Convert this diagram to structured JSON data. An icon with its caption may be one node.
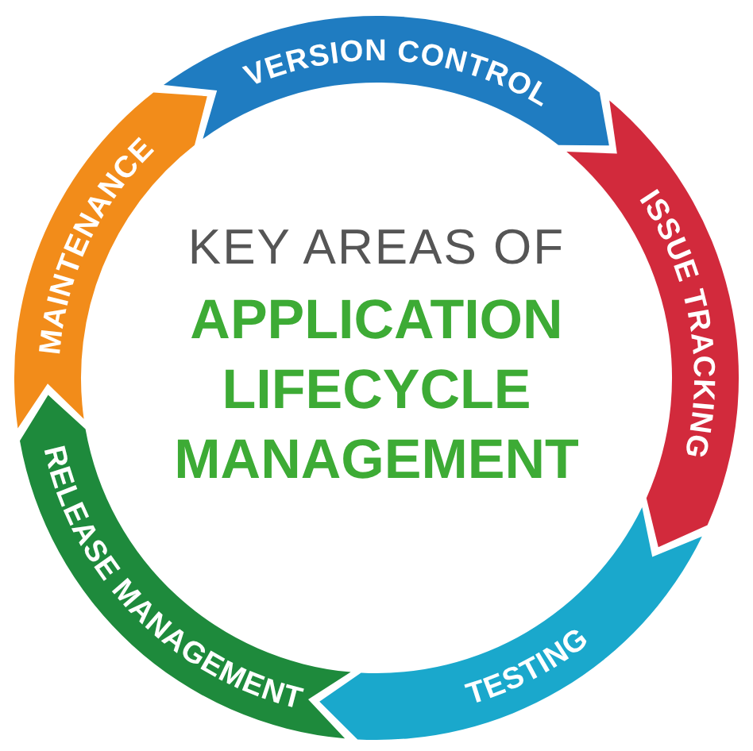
{
  "diagram": {
    "nodes": [
      {
        "text": [
          "VERSION CONTROL"
        ]
      },
      {
        "text": [
          "ISSUE TRACKING"
        ]
      },
      {
        "text": [
          "TESTING"
        ]
      },
      {
        "text": [
          "RELEASE MANAGEMENT"
        ]
      },
      {
        "text": [
          "MAINTENANCE"
        ]
      }
    ],
    "labels": [
      "KEY AREAS OF",
      "APPLICATION LIFECYCLE MANAGEMENT"
    ]
  }
}
